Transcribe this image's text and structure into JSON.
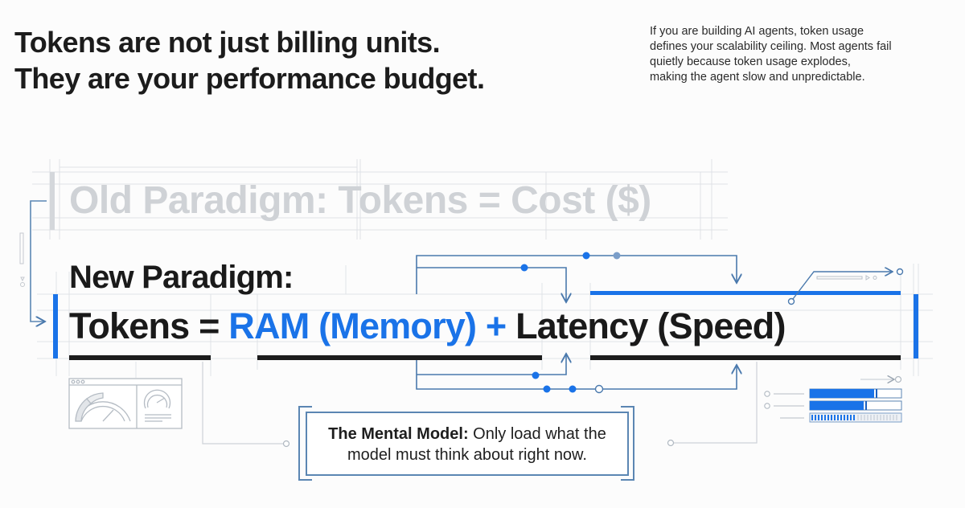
{
  "headline": {
    "line1": "Tokens are not just billing units.",
    "line2": "They are your performance budget."
  },
  "intro": {
    "lines": [
      "If you are building AI agents, token usage",
      "defines your scalability ceiling. Most agents fail",
      "quietly because token usage explodes,",
      "making the agent slow and unpredictable."
    ]
  },
  "old_paradigm": {
    "text": "Old Paradigm: Tokens = Cost ($)"
  },
  "new_paradigm": {
    "label": "New Paradigm:",
    "lhs": "Tokens",
    "equals": "=",
    "ram": "RAM (Memory)",
    "plus": "+",
    "latency": "Latency (Speed)"
  },
  "mental_model": {
    "title": "The Mental Model:",
    "text_part1": " Only load what the",
    "text_part2": "model must think about right now."
  },
  "icons": {
    "dashboard": "speedometer-dashboard-icon",
    "progress_bars": "progress-bars-icon"
  },
  "colors": {
    "accent_blue": "#1a73e8",
    "connector_blue": "#4a79ad",
    "faded_gray": "#cfd2d6",
    "text_dark": "#1a1a1a",
    "background": "#fcfcfc"
  }
}
